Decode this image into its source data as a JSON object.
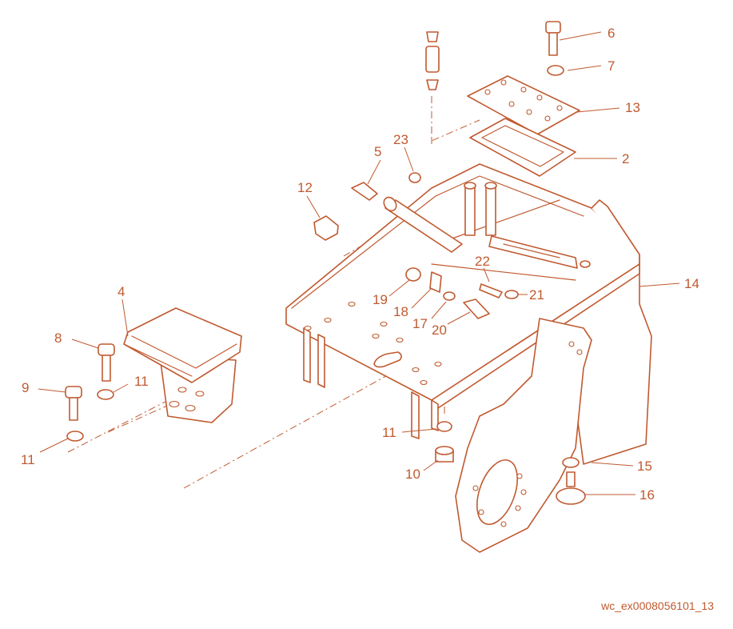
{
  "drawing_code": "wc_ex0008056101_13",
  "colors": {
    "line": "#c05a30",
    "background": "#ffffff"
  },
  "callouts": {
    "c6": "6",
    "c7": "7",
    "c13": "13",
    "c2": "2",
    "c23": "23",
    "c5": "5",
    "c12": "12",
    "c14": "14",
    "c22": "22",
    "c21": "21",
    "c19": "19",
    "c18": "18",
    "c17": "17",
    "c20": "20",
    "c4": "4",
    "c8": "8",
    "c11a": "11",
    "c9": "9",
    "c11b": "11",
    "c11c": "11",
    "c10": "10",
    "c15": "15",
    "c16": "16"
  }
}
